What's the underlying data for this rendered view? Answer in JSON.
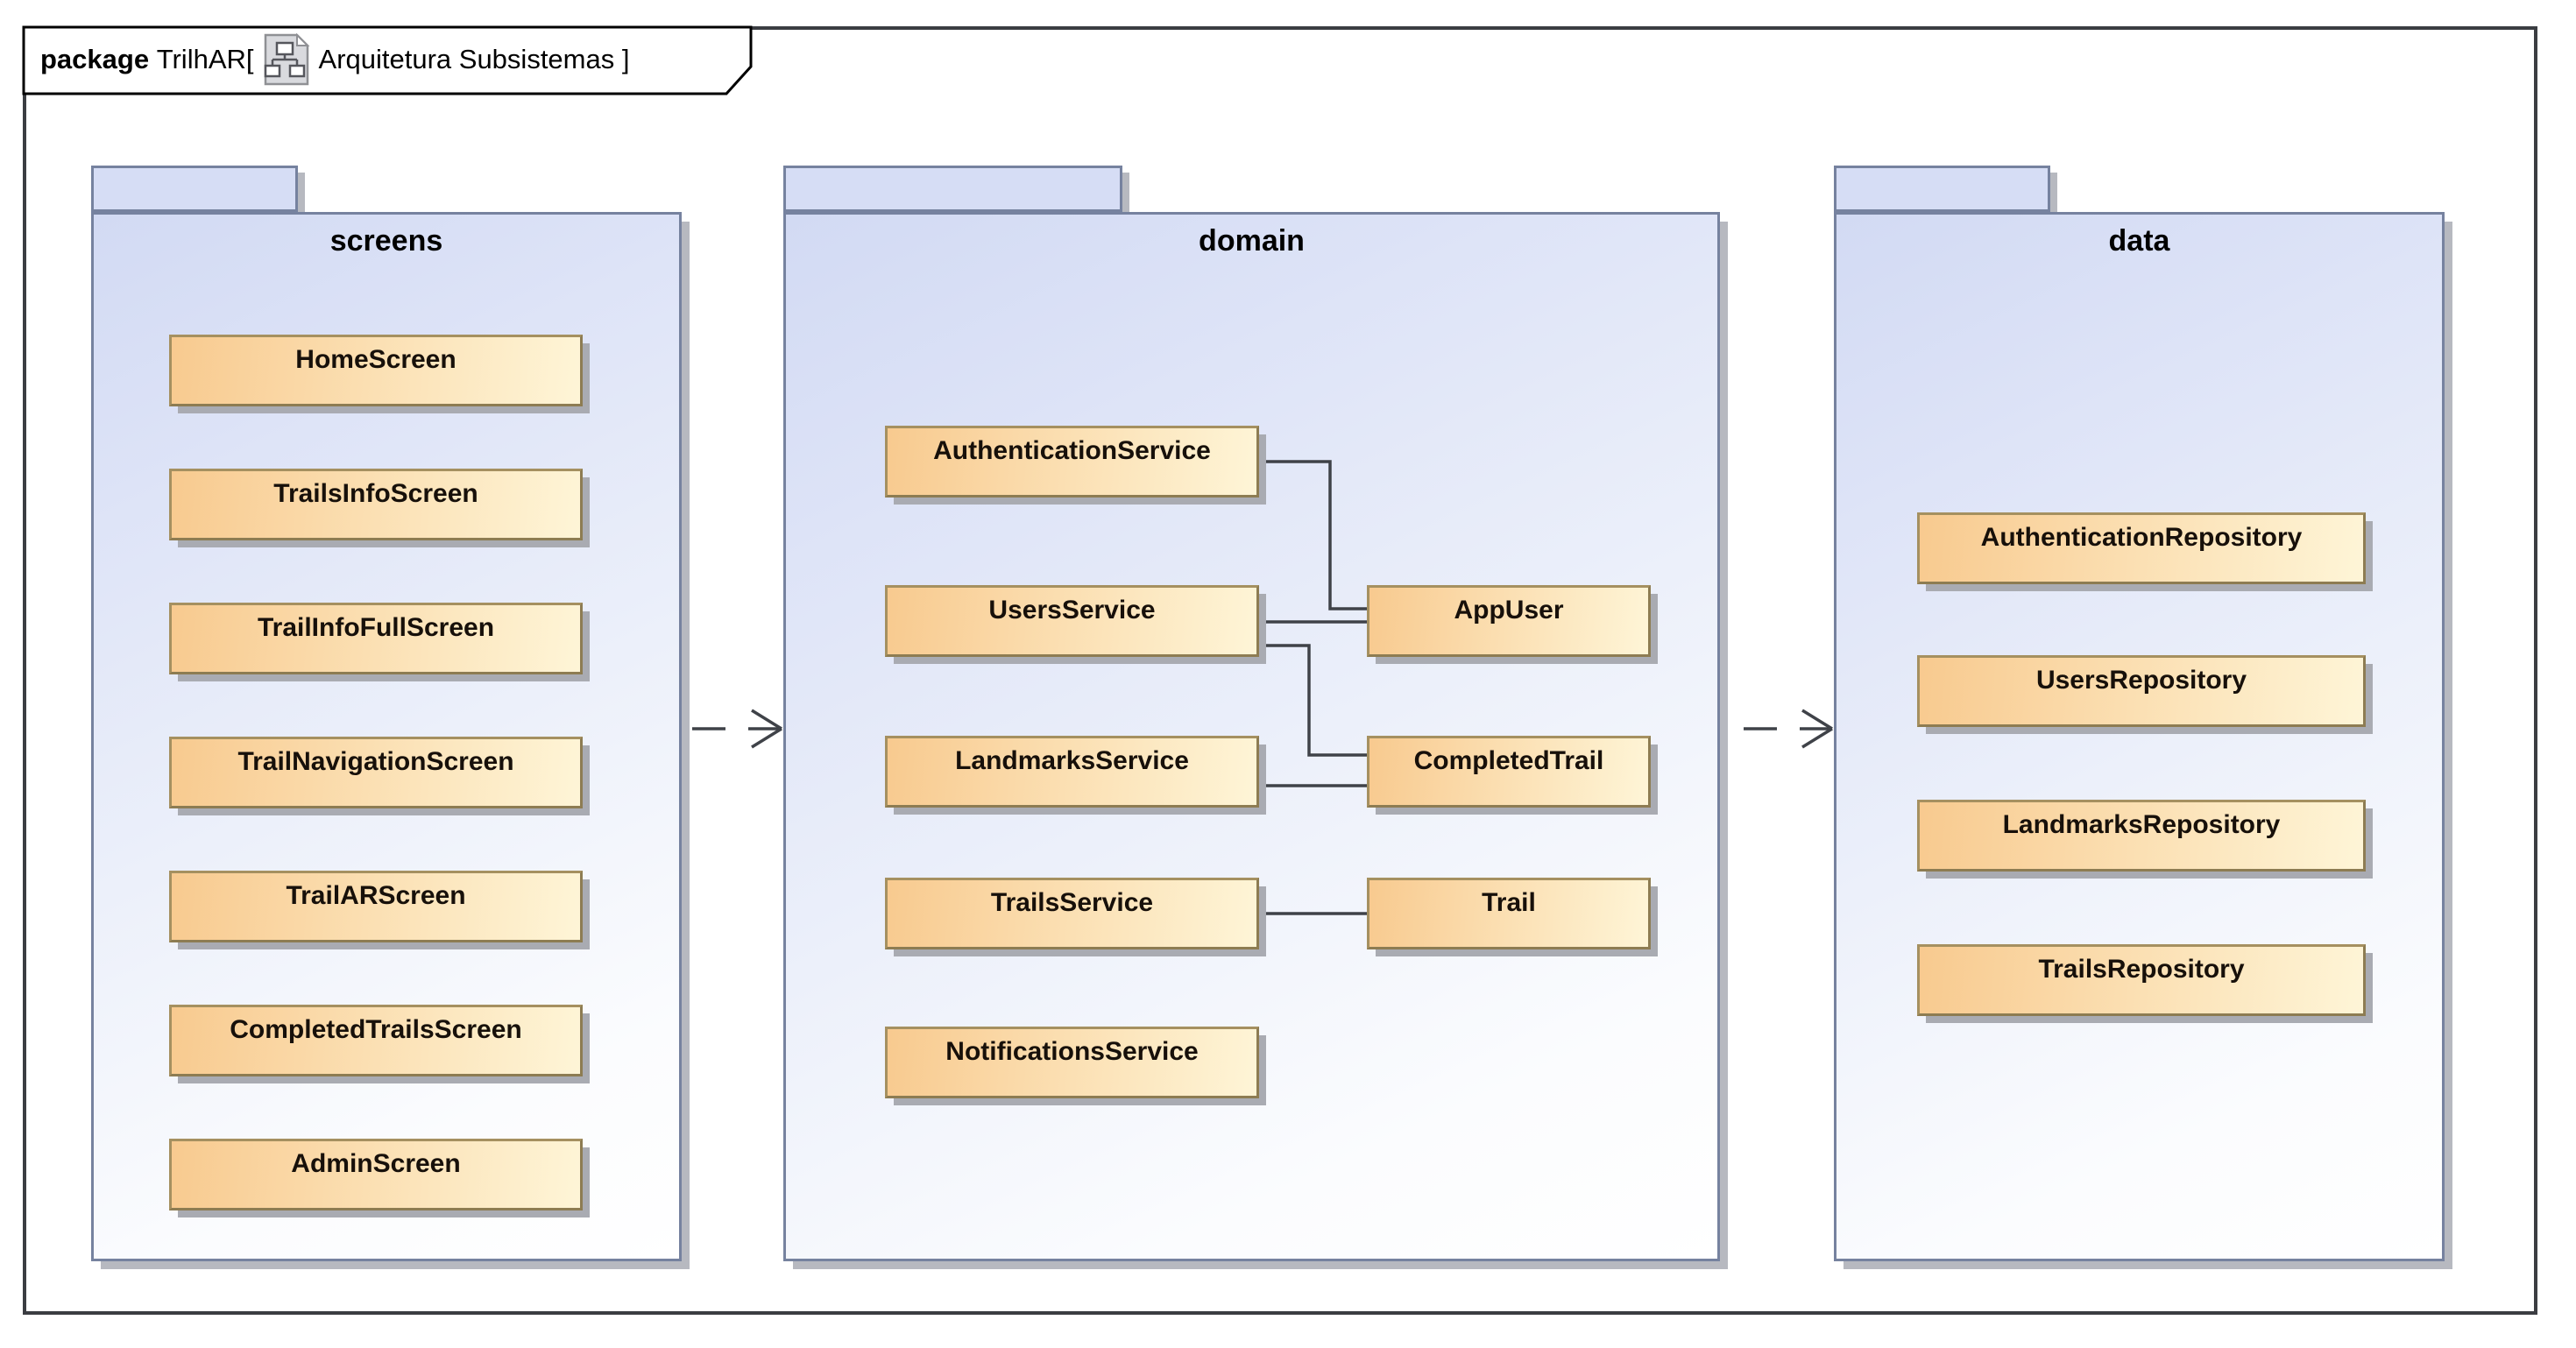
{
  "diagram_frame": {
    "keyword": "package",
    "title": "TrilhAR[",
    "subtitle": "Arquitetura Subsistemas ]",
    "icon": "diagram-icon"
  },
  "packages": {
    "screens": {
      "label": "screens",
      "classes": [
        "HomeScreen",
        "TrailsInfoScreen",
        "TrailInfoFullScreen",
        "TrailNavigationScreen",
        "TrailARScreen",
        "CompletedTrailsScreen",
        "AdminScreen"
      ]
    },
    "domain": {
      "label": "domain",
      "services": [
        "AuthenticationService",
        "UsersService",
        "LandmarksService",
        "TrailsService",
        "NotificationsService"
      ],
      "entities": [
        "AppUser",
        "CompletedTrail",
        "Trail"
      ]
    },
    "data": {
      "label": "data",
      "classes": [
        "AuthenticationRepository",
        "UsersRepository",
        "LandmarksRepository",
        "TrailsRepository"
      ]
    }
  },
  "connections": [
    {
      "from": "AuthenticationService",
      "to": "AppUser"
    },
    {
      "from": "UsersService",
      "to": "AppUser"
    },
    {
      "from": "UsersService",
      "to": "CompletedTrail"
    },
    {
      "from": "LandmarksService",
      "to": "CompletedTrail"
    },
    {
      "from": "TrailsService",
      "to": "Trail"
    }
  ],
  "dependencies": [
    {
      "from": "screens",
      "to": "domain",
      "style": "dashed-open-arrow"
    },
    {
      "from": "domain",
      "to": "data",
      "style": "dashed-open-arrow"
    }
  ],
  "colors": {
    "class_fill_left": "#f8ca8f",
    "class_fill_right": "#fef5d7",
    "class_border": "#8d7c52",
    "package_fill": "#d6ddf5",
    "package_border": "#76829f",
    "connector": "#3f4248",
    "frame_border": "#3b3d42"
  }
}
